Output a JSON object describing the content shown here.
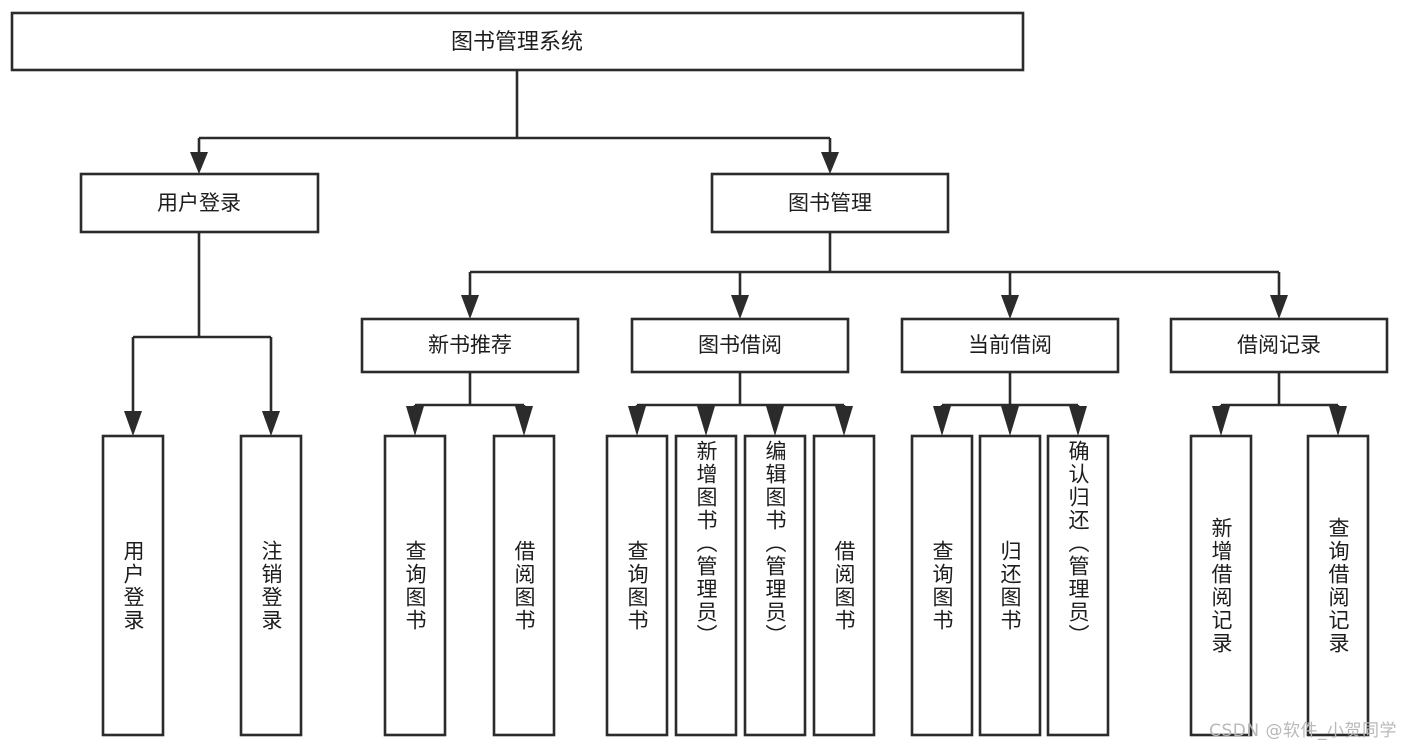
{
  "diagram": {
    "title": "图书管理系统",
    "type": "tree-structure-chart",
    "root": {
      "id": "root",
      "label": "图书管理系统"
    },
    "level1": [
      {
        "id": "user-login",
        "label": "用户登录"
      },
      {
        "id": "book-manage",
        "label": "图书管理"
      }
    ],
    "level2": [
      {
        "id": "new-book-recommend",
        "label": "新书推荐",
        "parent": "book-manage"
      },
      {
        "id": "book-borrow",
        "label": "图书借阅",
        "parent": "book-manage"
      },
      {
        "id": "current-borrow",
        "label": "当前借阅",
        "parent": "book-manage"
      },
      {
        "id": "borrow-record",
        "label": "借阅记录",
        "parent": "book-manage"
      }
    ],
    "leaves": [
      {
        "id": "leaf-user-login",
        "label": "用户登录",
        "parent": "user-login"
      },
      {
        "id": "leaf-logout-login",
        "label": "注销登录",
        "parent": "user-login"
      },
      {
        "id": "leaf-query-book-1",
        "label": "查询图书",
        "parent": "new-book-recommend"
      },
      {
        "id": "leaf-borrow-book-1",
        "label": "借阅图书",
        "parent": "new-book-recommend"
      },
      {
        "id": "leaf-query-book-2",
        "label": "查询图书",
        "parent": "book-borrow"
      },
      {
        "id": "leaf-add-book",
        "label": "新增图书（管理员）",
        "parent": "book-borrow"
      },
      {
        "id": "leaf-edit-book",
        "label": "编辑图书（管理员）",
        "parent": "book-borrow"
      },
      {
        "id": "leaf-borrow-book-2",
        "label": "借阅图书",
        "parent": "book-borrow"
      },
      {
        "id": "leaf-query-book-3",
        "label": "查询图书",
        "parent": "current-borrow"
      },
      {
        "id": "leaf-return-book",
        "label": "归还图书",
        "parent": "current-borrow"
      },
      {
        "id": "leaf-confirm-return",
        "label": "确认归还（管理员）",
        "parent": "current-borrow"
      },
      {
        "id": "leaf-add-record",
        "label": "新增借阅记录",
        "parent": "borrow-record"
      },
      {
        "id": "leaf-query-record",
        "label": "查询借阅记录",
        "parent": "borrow-record"
      }
    ]
  },
  "watermark": {
    "text": "CSDN @软件_小贺同学"
  },
  "colors": {
    "stroke": "#2b2b2b",
    "fill": "#ffffff",
    "text": "#1d1d1d",
    "watermark": "#b9b9b9"
  }
}
